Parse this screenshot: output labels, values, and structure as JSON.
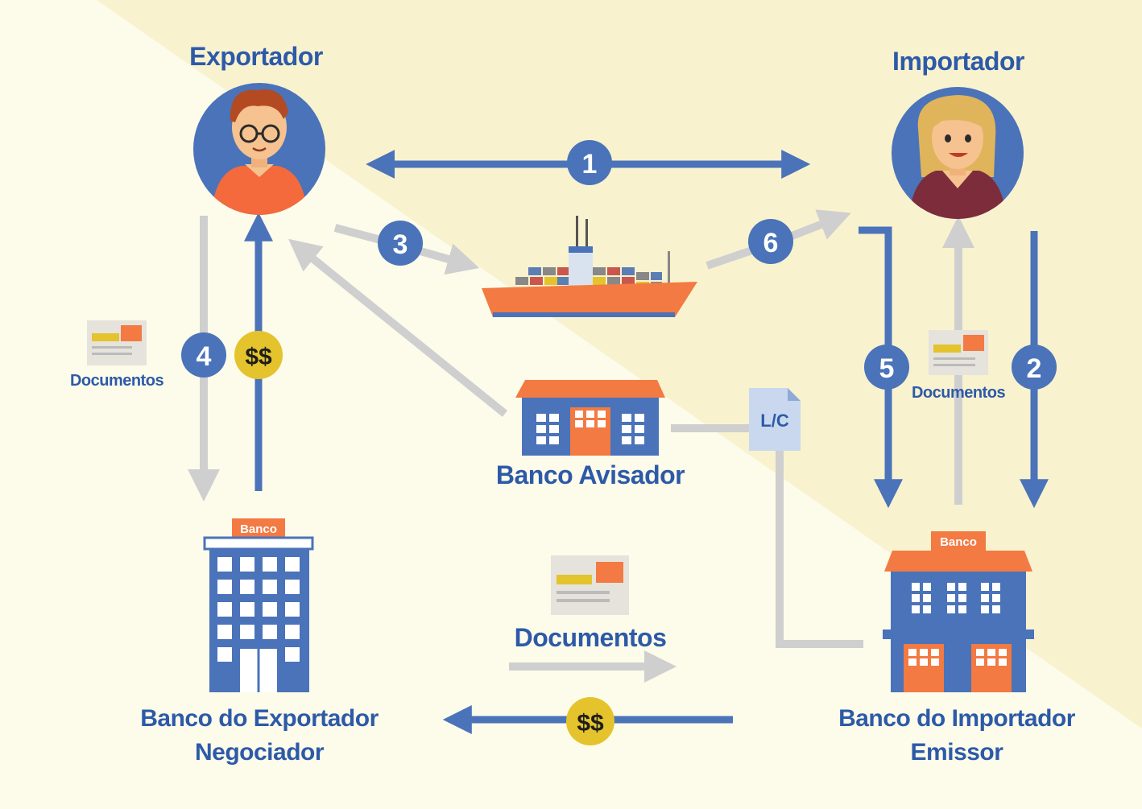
{
  "actors": {
    "exporter": "Exportador",
    "importer": "Importador"
  },
  "banks": {
    "advising": "Banco Avisador",
    "exporter_bank_line1": "Banco do Exportador",
    "exporter_bank_line2": "Negociador",
    "importer_bank_line1": "Banco do Importador",
    "importer_bank_line2": "Emissor",
    "sign": "Banco"
  },
  "documents": {
    "left": "Documentos",
    "right": "Documentos",
    "center": "Documentos",
    "lc": "L/C"
  },
  "steps": [
    "1",
    "2",
    "3",
    "4",
    "5",
    "6"
  ],
  "money": "$$",
  "colors": {
    "background": "#fdfbea",
    "background_shade": "#f9f2cf",
    "blue": "#4a73b9",
    "label_blue": "#2d5aa8",
    "gray_arrow": "#cfcfcf",
    "orange": "#f37a42",
    "money_yellow": "#e4c32c"
  }
}
